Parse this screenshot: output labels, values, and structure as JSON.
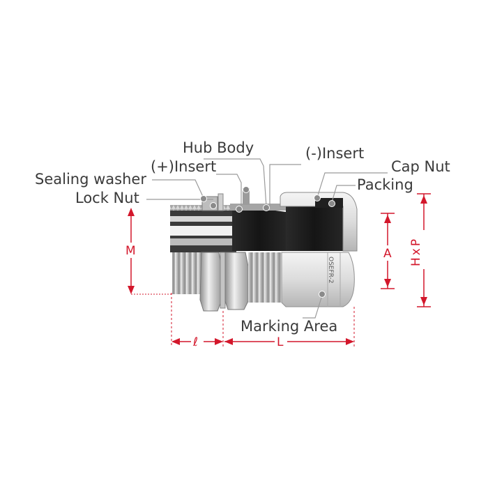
{
  "labels": {
    "hub_body": "Hub Body",
    "plus_insert": "(+)Insert",
    "minus_insert": "(-)Insert",
    "cap_nut": "Cap Nut",
    "sealing_washer": "Sealing washer",
    "packing": "Packing",
    "lock_nut": "Lock Nut",
    "marking_area": "Marking Area"
  },
  "dimensions": {
    "m": "M",
    "a": "A",
    "hxp": "HxP",
    "l_small": "ℓ",
    "l_large": "L"
  },
  "marking_text": "OSEFR-2",
  "colors": {
    "dimension": "#d3172b",
    "label_text": "#3a3a3a",
    "leader": "#9a9a9a",
    "insert": "#1b1b1b",
    "metal_light": "#e6e6e6",
    "metal_mid": "#bdbdbd",
    "metal_dark": "#8a8a8a"
  }
}
